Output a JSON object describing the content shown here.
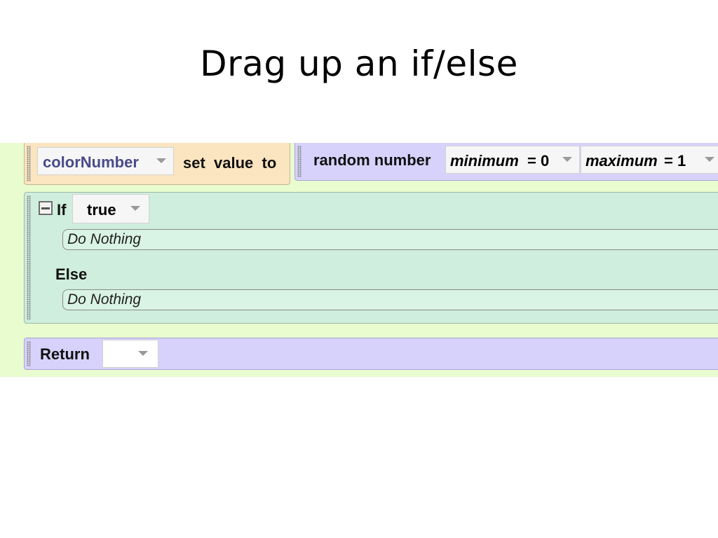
{
  "slide": {
    "title": "Drag up an if/else"
  },
  "set_block": {
    "variable": "colorNumber",
    "label": "set  value  to"
  },
  "random_block": {
    "label": "random number",
    "min_label": "minimum",
    "min_value": "= 0",
    "max_label": "maximum",
    "max_value": "= 1"
  },
  "if_block": {
    "if_label": "If",
    "condition": "true",
    "then_slot": "Do Nothing",
    "else_label": "Else",
    "else_slot": "Do Nothing"
  },
  "return_block": {
    "label": "Return",
    "value": ""
  },
  "icons": [
    "collapse-minus-icon",
    "dropdown-arrow-icon",
    "drag-grip-icon"
  ],
  "colors": {
    "canvas": "#e8fccf",
    "set_block": "#fae5c0",
    "control_block": "#cfeedd",
    "function_block": "#d7d2fb",
    "variable_text": "#4a4a8a"
  }
}
